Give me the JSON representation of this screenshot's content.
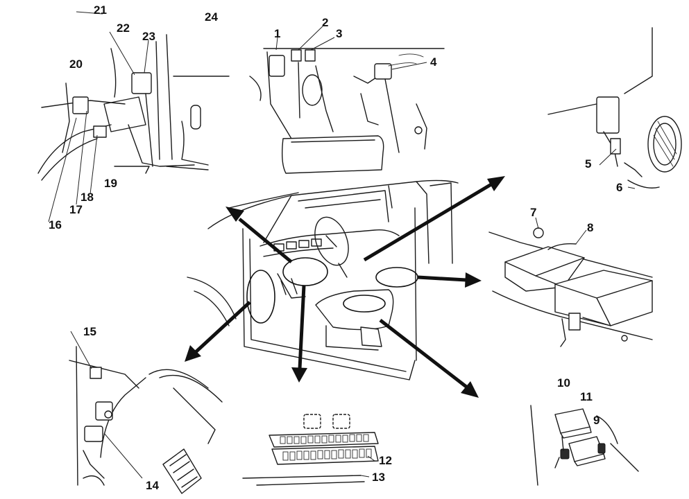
{
  "callouts": [
    {
      "id": "1",
      "label": "1"
    },
    {
      "id": "2",
      "label": "2"
    },
    {
      "id": "3",
      "label": "3"
    },
    {
      "id": "4",
      "label": "4"
    },
    {
      "id": "5",
      "label": "5"
    },
    {
      "id": "6",
      "label": "6"
    },
    {
      "id": "7",
      "label": "7"
    },
    {
      "id": "8",
      "label": "8"
    },
    {
      "id": "9",
      "label": "9"
    },
    {
      "id": "10",
      "label": "10"
    },
    {
      "id": "11",
      "label": "11"
    },
    {
      "id": "12",
      "label": "12"
    },
    {
      "id": "13",
      "label": "13"
    },
    {
      "id": "14",
      "label": "14"
    },
    {
      "id": "15",
      "label": "15"
    },
    {
      "id": "16",
      "label": "16"
    },
    {
      "id": "17",
      "label": "17"
    },
    {
      "id": "18",
      "label": "18"
    },
    {
      "id": "19",
      "label": "19"
    },
    {
      "id": "20",
      "label": "20"
    },
    {
      "id": "21",
      "label": "21"
    },
    {
      "id": "22",
      "label": "22"
    },
    {
      "id": "23",
      "label": "23"
    },
    {
      "id": "24",
      "label": "24"
    }
  ],
  "detail_views": [
    {
      "name": "pedal-switch-view",
      "callouts": [
        "1",
        "2",
        "3",
        "4"
      ]
    },
    {
      "name": "left-footwell-view",
      "callouts": [
        "16",
        "17",
        "18",
        "19",
        "20",
        "21",
        "22",
        "23",
        "24"
      ]
    },
    {
      "name": "door-pillar-view",
      "callouts": [
        "5",
        "6"
      ]
    },
    {
      "name": "under-seat-module-view",
      "callouts": [
        "7",
        "8"
      ]
    },
    {
      "name": "kick-panel-view",
      "callouts": [
        "14",
        "15"
      ]
    },
    {
      "name": "fuse-block-view",
      "callouts": [
        "12",
        "13"
      ]
    },
    {
      "name": "relay-unit-view",
      "callouts": [
        "9",
        "10",
        "11"
      ]
    }
  ]
}
